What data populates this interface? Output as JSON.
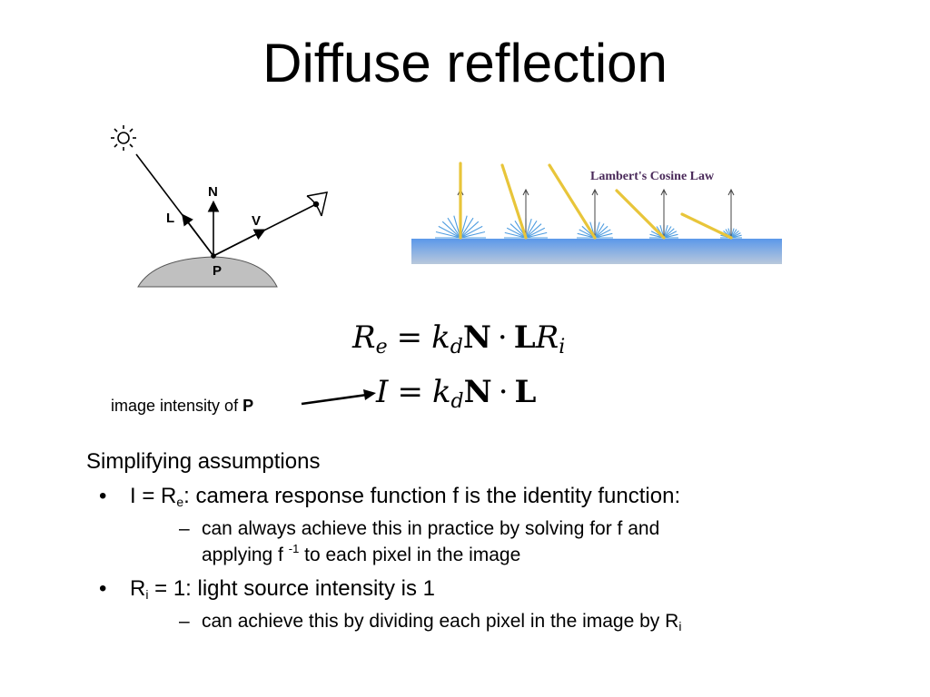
{
  "title": "Diffuse reflection",
  "geometry_figure": {
    "label_N": "N",
    "label_L": "L",
    "label_V": "V",
    "label_P": "P"
  },
  "lambert_figure": {
    "title": "Lambert's Cosine Law",
    "surface_color": "#6aa2ea",
    "ray_color": "#e8c53a"
  },
  "equations": {
    "eq1": {
      "lhs": "R",
      "lhs_sub": "e",
      "equals": "=",
      "k": "k",
      "k_sub": "d",
      "N": "N",
      "dot": "·",
      "L": "L",
      "R": "R",
      "R_sub": "i"
    },
    "eq2": {
      "lhs": "I",
      "equals": "=",
      "k": "k",
      "k_sub": "d",
      "N": "N",
      "dot": "·",
      "L": "L"
    }
  },
  "annotation": {
    "text": "image intensity of ",
    "bold": "P"
  },
  "content": {
    "heading": "Simplifying assumptions",
    "bullet_char": "•",
    "dash_char": "–",
    "b1": {
      "I": "I",
      "eq": " = R",
      "sub": "e",
      "rest": ":  camera response function f is the identity function:"
    },
    "b1_sub": {
      "line1": "can always achieve this in practice by solving for f and",
      "line2_pre": "applying f ",
      "sup": "-1",
      "line2_post": " to each pixel in the image"
    },
    "b2": {
      "R": "R",
      "sub": "i",
      "rest": " = 1: light source intensity is 1"
    },
    "b2_sub": {
      "text": "can achieve this by dividing each pixel in the image by R",
      "sub": "i"
    }
  }
}
